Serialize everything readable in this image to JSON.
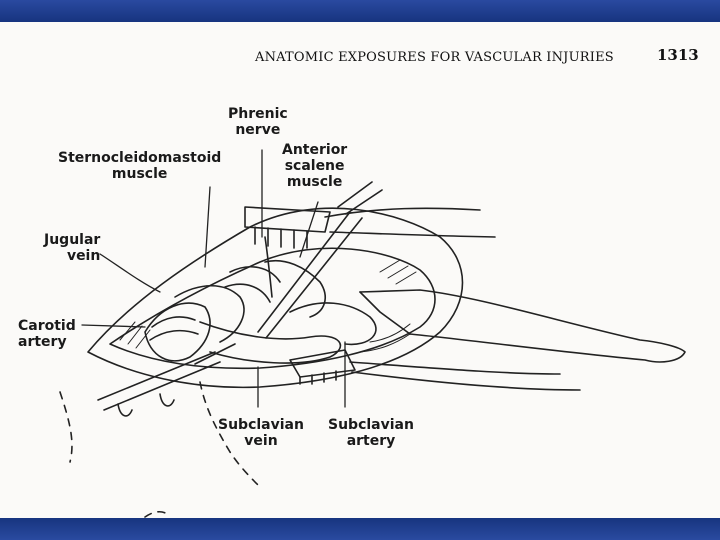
{
  "header": {
    "title": "ANATOMIC EXPOSURES FOR VASCULAR INJURIES",
    "page_number": "1313"
  },
  "figure": {
    "labels": {
      "phrenic_line1": "Phrenic",
      "phrenic_line2": "nerve",
      "scm_line1": "Sternocleidomastoid",
      "scm_line2": "muscle",
      "anterior_line1": "Anterior",
      "anterior_line2": "scalene",
      "anterior_line3": "muscle",
      "jugular_line1": "Jugular",
      "jugular_line2": "vein",
      "carotid_line1": "Carotid",
      "carotid_line2": "artery",
      "subvein_line1": "Subclavian",
      "subvein_line2": "vein",
      "subartery_line1": "Subclavian",
      "subartery_line2": "artery"
    }
  }
}
